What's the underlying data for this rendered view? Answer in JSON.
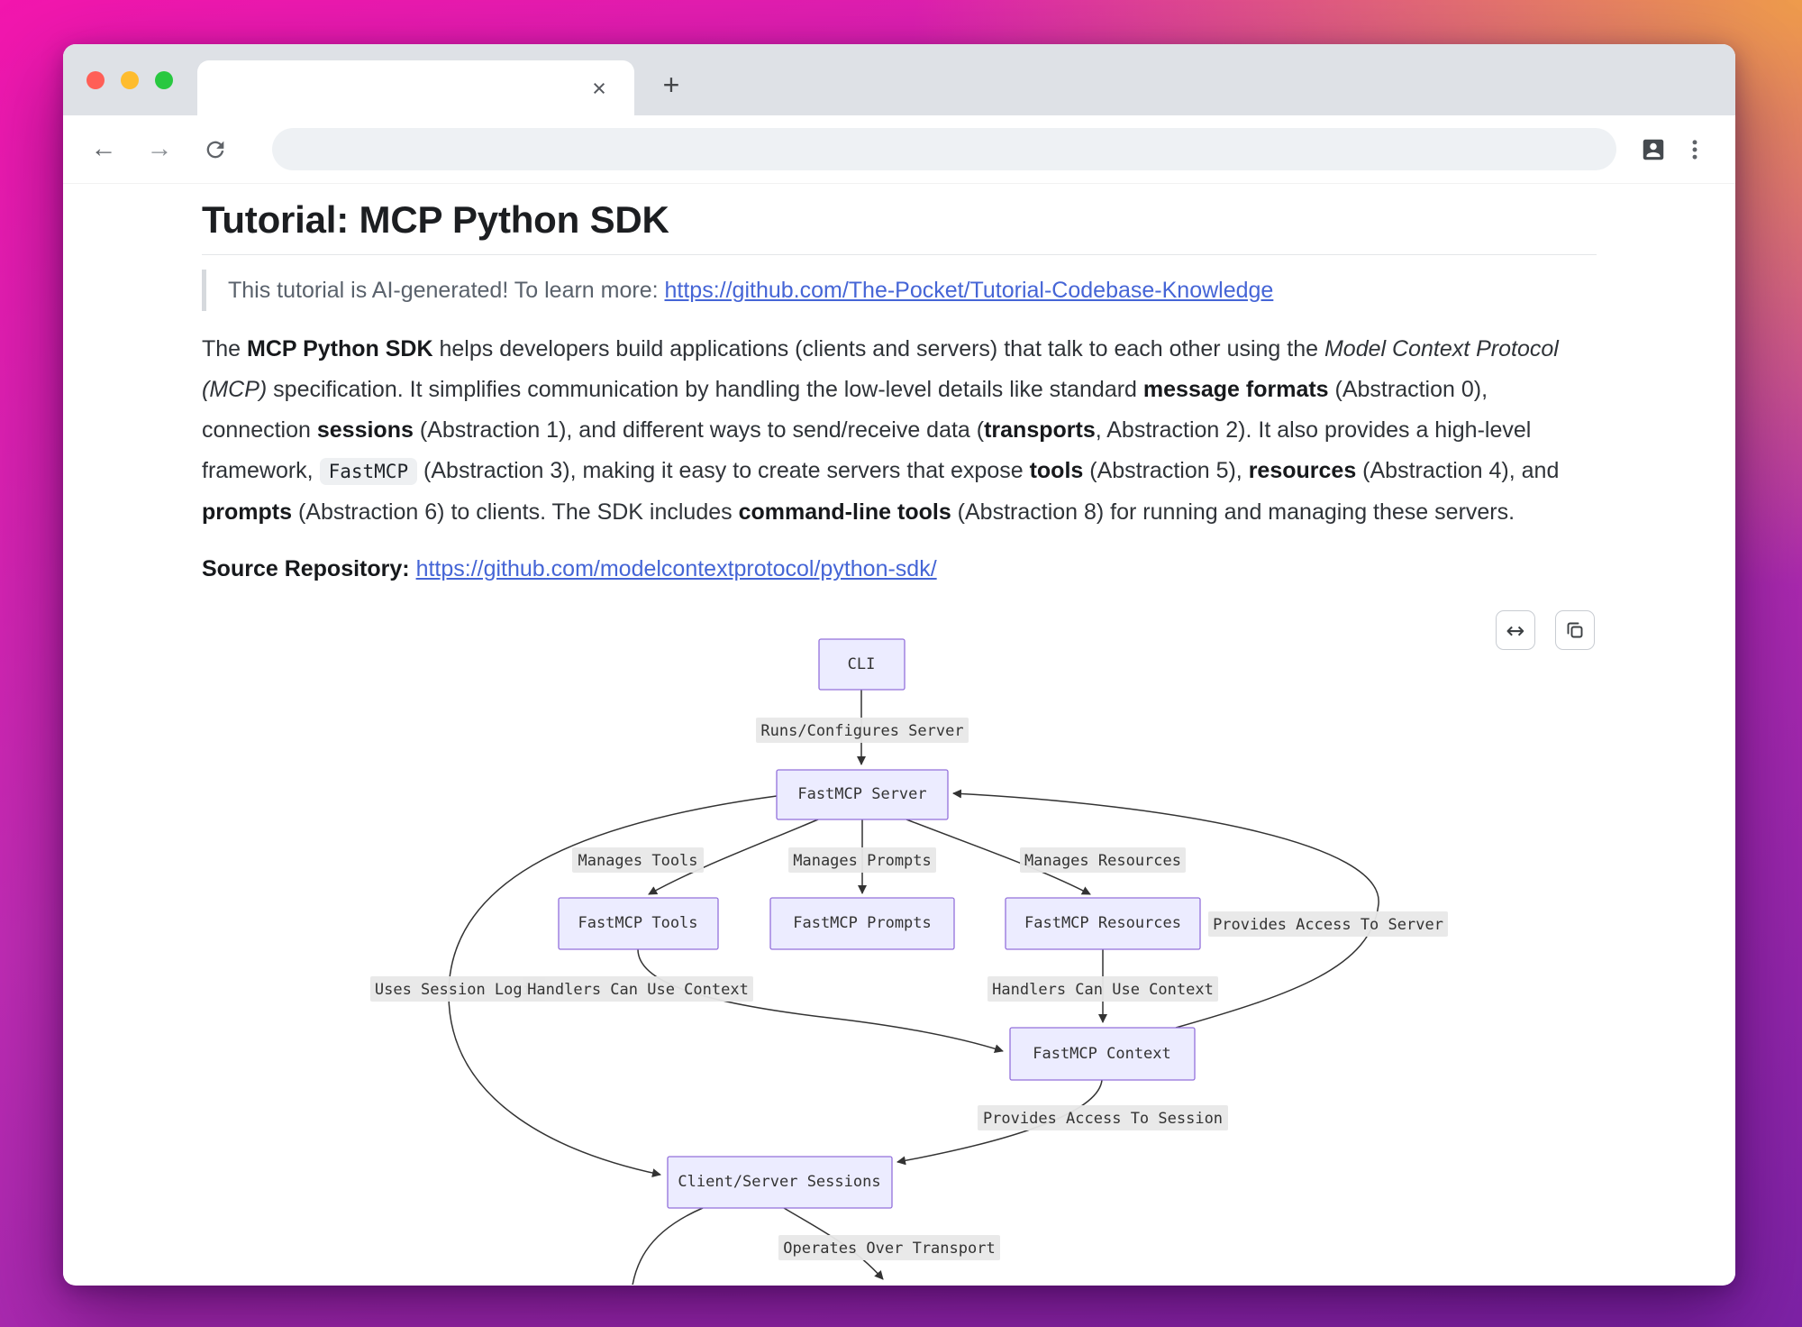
{
  "browser": {
    "tab_close_icon": "×",
    "new_tab_icon": "+",
    "back_icon": "←",
    "forward_icon": "→",
    "address_value": ""
  },
  "page": {
    "title": "Tutorial: MCP Python SDK",
    "note": {
      "text": "This tutorial is AI-generated! To learn more: ",
      "link_text": "https://github.com/The-Pocket/Tutorial-Codebase-Knowledge"
    },
    "intro": {
      "segments": [
        "The ",
        "MCP Python SDK",
        " helps developers build applications (clients and servers) that talk to each other using the ",
        "Model Context Protocol (MCP)",
        " specification. It simplifies communication by handling the low-level details like standard ",
        "message formats",
        " (Abstraction 0), connection ",
        "sessions",
        " (Abstraction 1), and different ways to send/receive data (",
        "transports",
        ", Abstraction 2). It also provides a high-level framework, ",
        "FastMCP",
        " (Abstraction 3), making it easy to create servers that expose ",
        "tools",
        " (Abstraction 5), ",
        "resources",
        " (Abstraction 4), and ",
        "prompts",
        " (Abstraction 6) to clients. The SDK includes ",
        "command-line tools",
        " (Abstraction 8) for running and managing these servers."
      ]
    },
    "source": {
      "label": "Source Repository:",
      "link_text": "https://github.com/modelcontextprotocol/python-sdk/"
    }
  },
  "diagram": {
    "controls": {
      "expand_icon": "↔"
    },
    "nodes": {
      "cli": "CLI",
      "server": "FastMCP Server",
      "tools": "FastMCP Tools",
      "prompts": "FastMCP Prompts",
      "resources": "FastMCP Resources",
      "context": "FastMCP Context",
      "sessions": "Client/Server Sessions"
    },
    "edges": {
      "runs": "Runs/Configures Server",
      "manages_tools": "Manages Tools",
      "manages_prompts": "Manages Prompts",
      "manages_resources": "Manages Resources",
      "provides_server": "Provides Access To Server",
      "uses_session": "Uses Session Logic",
      "handlers_context": "Handlers Can Use Context",
      "provides_session": "Provides Access To Session",
      "operates_transport": "Operates Over Transport"
    },
    "colors": {
      "node_fill": "#ECECFF",
      "node_border": "#9370DB",
      "edge": "#333333",
      "link": "#4565d6"
    }
  }
}
